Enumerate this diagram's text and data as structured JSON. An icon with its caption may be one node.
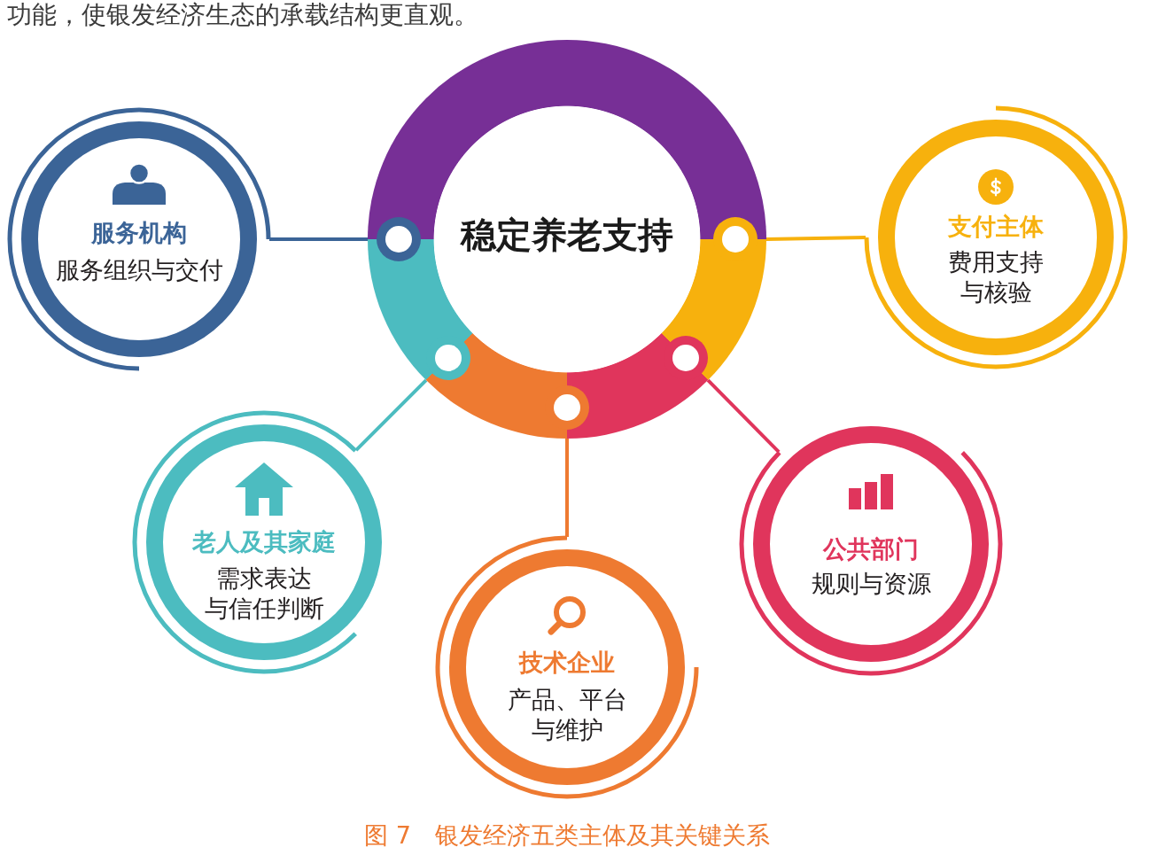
{
  "diagram": {
    "caption": "图 7　银发经济五类主体及其关键关系",
    "nodes": [
      {
        "text": [
          "稳定养老支持"
        ]
      },
      {
        "text": [
          "服务机构",
          "服务组织与交付"
        ]
      },
      {
        "text": [
          "支付主体",
          "费用支持与核验"
        ]
      },
      {
        "text": [
          "老人及其家庭",
          "需求表达与信任判断"
        ]
      },
      {
        "text": [
          "技术企业",
          "产品、平台与维护"
        ]
      },
      {
        "text": [
          "公共部门",
          "规则与资源"
        ]
      }
    ],
    "edges": [
      {
        "from": 0,
        "to": 1,
        "arrow": "none",
        "color": "#3b6497"
      },
      {
        "from": 0,
        "to": 2,
        "arrow": "none",
        "color": "#f7b10d"
      },
      {
        "from": 0,
        "to": 3,
        "arrow": "none",
        "color": "#4cbcc0"
      },
      {
        "from": 0,
        "to": 4,
        "arrow": "none",
        "color": "#ee7a31"
      },
      {
        "from": 0,
        "to": 5,
        "arrow": "none",
        "color": "#e0355c"
      }
    ],
    "labels": [
      "功能，使银发经济生态的承载结构更直观。"
    ]
  }
}
